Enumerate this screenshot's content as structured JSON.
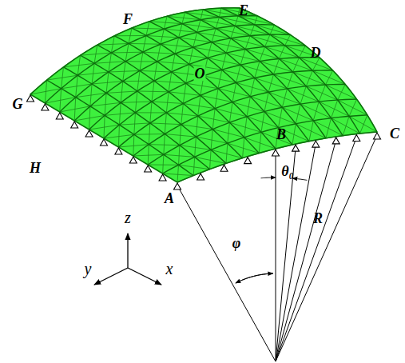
{
  "diagram": {
    "labels": [
      "F",
      "E",
      "D",
      "G",
      "O",
      "B",
      "C",
      "H",
      "A",
      "θ₀",
      "R",
      "φ",
      "z",
      "y",
      "x"
    ]
  }
}
